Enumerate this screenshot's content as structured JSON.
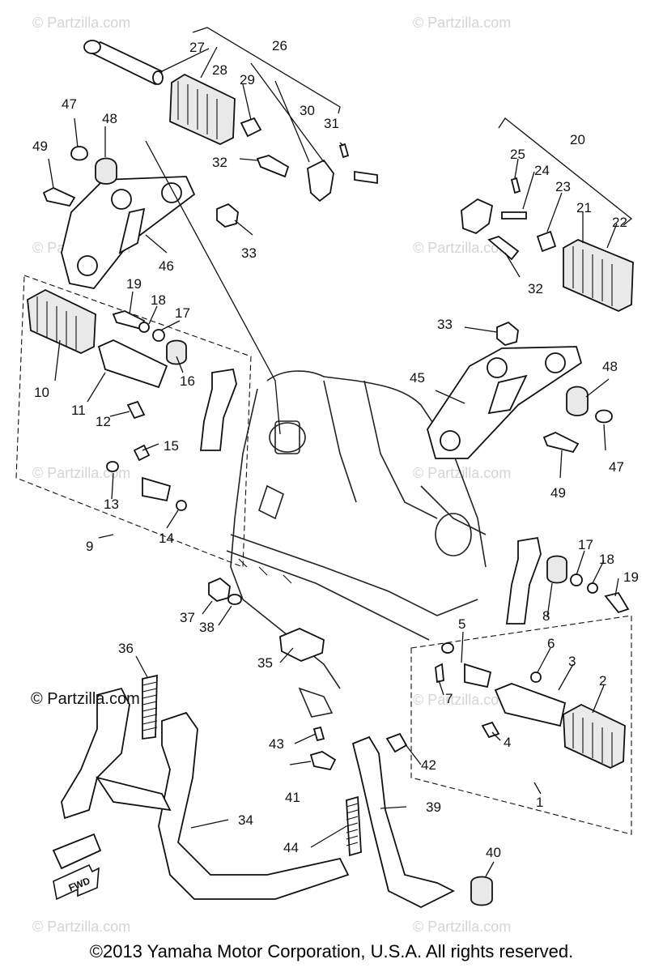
{
  "watermarks": [
    "© Partzilla.com",
    "© Partzilla.com",
    "© Partzilla.com",
    "© Partzilla.com",
    "© Partzilla.com",
    "© Partzilla.com",
    "© Partzilla.com",
    "© Partzilla.com",
    "© Partzilla.com",
    "© Partzilla.com"
  ],
  "brand_mark": "© Partzilla.com",
  "copyright": "©2013 Yamaha Motor Corporation, U.S.A. All rights reserved.",
  "fwd_label": "FWD",
  "callouts": [
    "1",
    "2",
    "3",
    "4",
    "5",
    "6",
    "7",
    "8",
    "9",
    "10",
    "11",
    "12",
    "13",
    "14",
    "15",
    "16",
    "17",
    "18",
    "19",
    "20",
    "21",
    "22",
    "23",
    "24",
    "25",
    "26",
    "27",
    "28",
    "29",
    "30",
    "31",
    "32",
    "32",
    "33",
    "33",
    "34",
    "35",
    "36",
    "37",
    "38",
    "39",
    "40",
    "41",
    "42",
    "43",
    "44",
    "45",
    "46",
    "47",
    "47",
    "48",
    "48",
    "49",
    "49",
    "17",
    "18",
    "19"
  ]
}
